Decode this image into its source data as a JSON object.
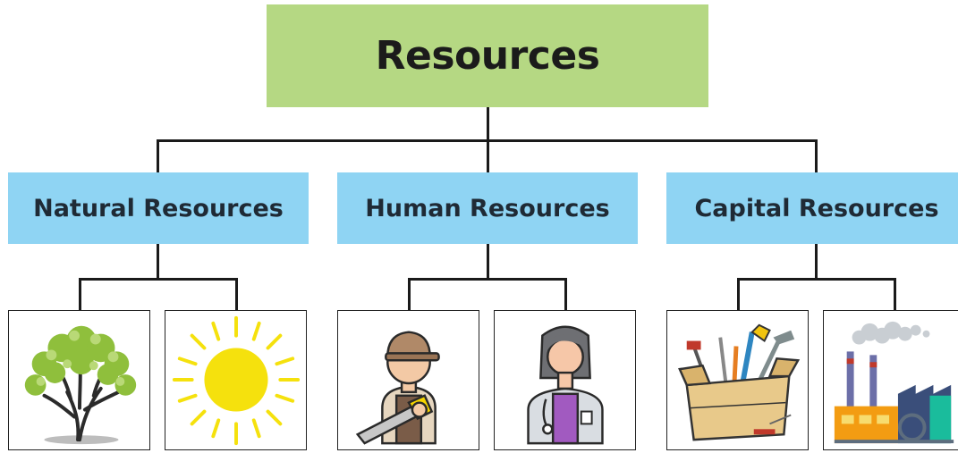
{
  "root": {
    "label": "Resources",
    "color": "#b5d883"
  },
  "categories": [
    {
      "label": "Natural Resources",
      "color": "#8fd4f3",
      "items": [
        "tree-icon",
        "sun-icon"
      ]
    },
    {
      "label": "Human Resources",
      "color": "#8fd4f3",
      "items": [
        "worker-with-saw-icon",
        "doctor-icon"
      ]
    },
    {
      "label": "Capital Resources",
      "color": "#8fd4f3",
      "items": [
        "toolbox-icon",
        "factory-icon"
      ]
    }
  ]
}
